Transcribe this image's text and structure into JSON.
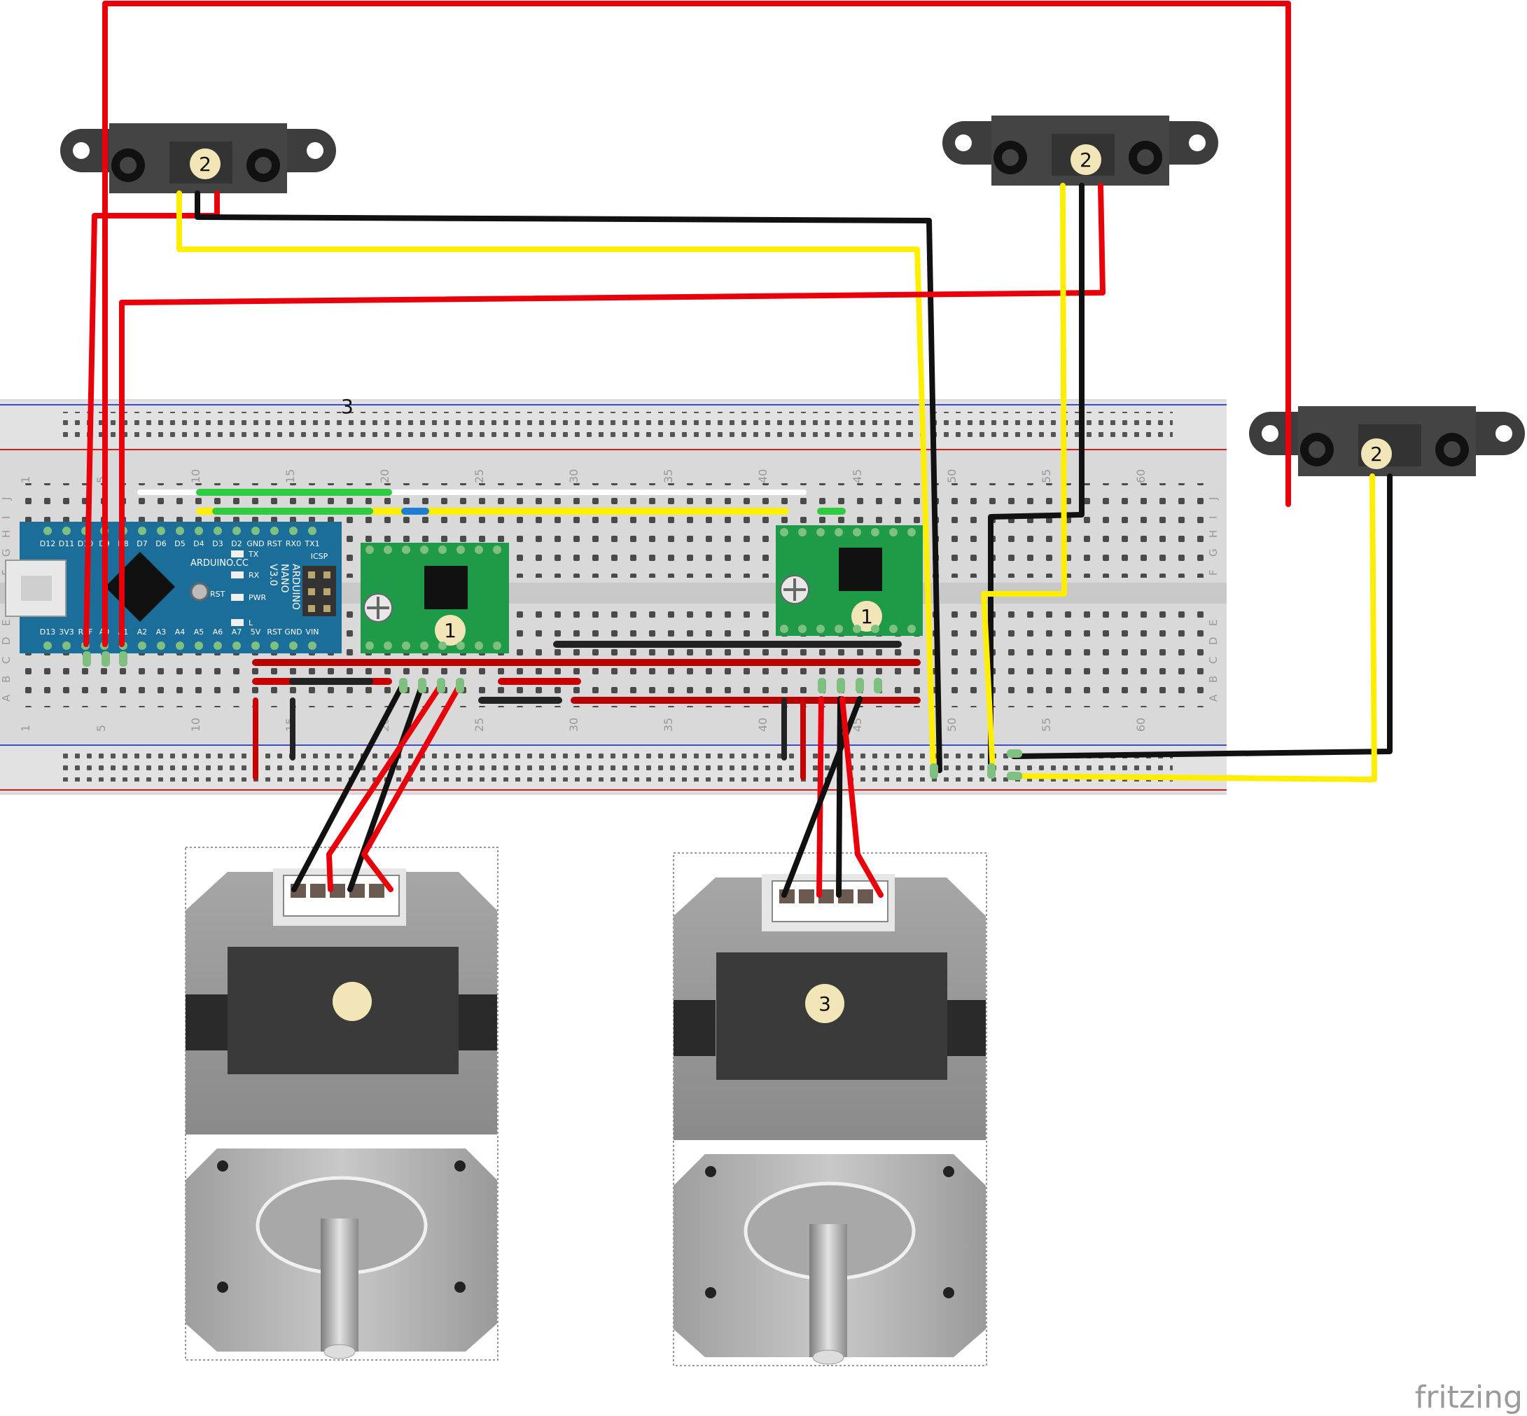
{
  "app": {
    "watermark": "fritzing"
  },
  "breadboard": {
    "label": "3",
    "row_letters_top": [
      "J",
      "I",
      "H",
      "G",
      "F"
    ],
    "row_letters_bottom": [
      "E",
      "D",
      "C",
      "B",
      "A"
    ],
    "column_numbers": [
      "1",
      "5",
      "10",
      "15",
      "20",
      "25",
      "30",
      "35",
      "40",
      "45",
      "50",
      "55",
      "60"
    ]
  },
  "arduino": {
    "brand": "ARDUINO.CC",
    "model_lines": [
      "ARDUINO",
      "NANO",
      "V3.0"
    ],
    "top_pins": [
      "D12",
      "D11",
      "D10",
      "D9",
      "D8",
      "D7",
      "D6",
      "D5",
      "D4",
      "D3",
      "D2",
      "GND",
      "RST",
      "RX0",
      "TX1"
    ],
    "bottom_pins": [
      "D13",
      "3V3",
      "REF",
      "A0",
      "A1",
      "A2",
      "A3",
      "A4",
      "A5",
      "A6",
      "A7",
      "5V",
      "RST",
      "GND",
      "VIN"
    ],
    "icsp": "ICSP",
    "led_labels": [
      "TX",
      "RX",
      "PWR",
      "L"
    ],
    "reset": "RST"
  },
  "badges": {
    "driver_left": "1",
    "driver_right": "1",
    "sensor_top_left": "2",
    "sensor_top_right": "2",
    "sensor_right": "2",
    "motor_left": "",
    "motor_right": "3"
  },
  "colors": {
    "wire_red": "#e8000b",
    "wire_black": "#111111",
    "wire_yellow": "#ffee00",
    "wire_green": "#2ecc40",
    "breadboard": "#dcdcdc",
    "arduino_pcb": "#1a6e99",
    "driver_pcb": "#1f9a48",
    "sensor_body": "#3d3d3d",
    "badge": "#f2e6b8"
  }
}
